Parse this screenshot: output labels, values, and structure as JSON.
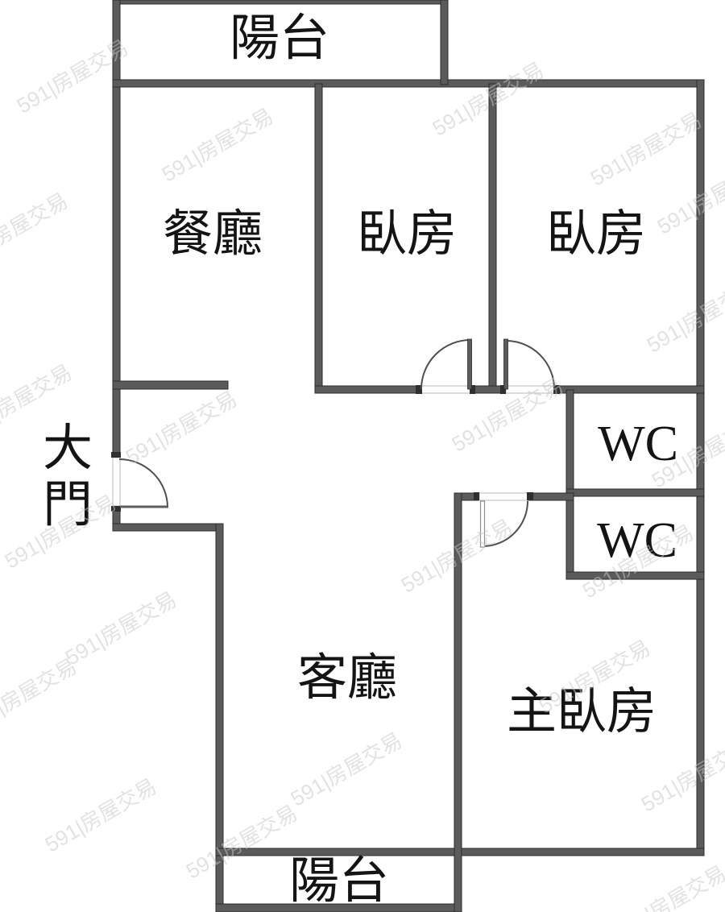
{
  "watermark": {
    "text": "591|房屋交易"
  },
  "colors": {
    "wall": "#5b5b5b",
    "wall_end": "#2f2f2f",
    "label": "#141414",
    "watermark": "#c7c7c7"
  },
  "rooms": {
    "balcony_top": {
      "label": "陽台"
    },
    "dining": {
      "label": "餐廳"
    },
    "bedroom1": {
      "label": "臥房"
    },
    "bedroom2": {
      "label": "臥房"
    },
    "wc1": {
      "label": "WC"
    },
    "wc2": {
      "label": "WC"
    },
    "living": {
      "label": "客廳"
    },
    "master_bedroom": {
      "label": "主臥房"
    },
    "balcony_bottom": {
      "label": "陽台"
    }
  },
  "entry": {
    "label": "大門",
    "line1": "大",
    "line2": "門"
  }
}
